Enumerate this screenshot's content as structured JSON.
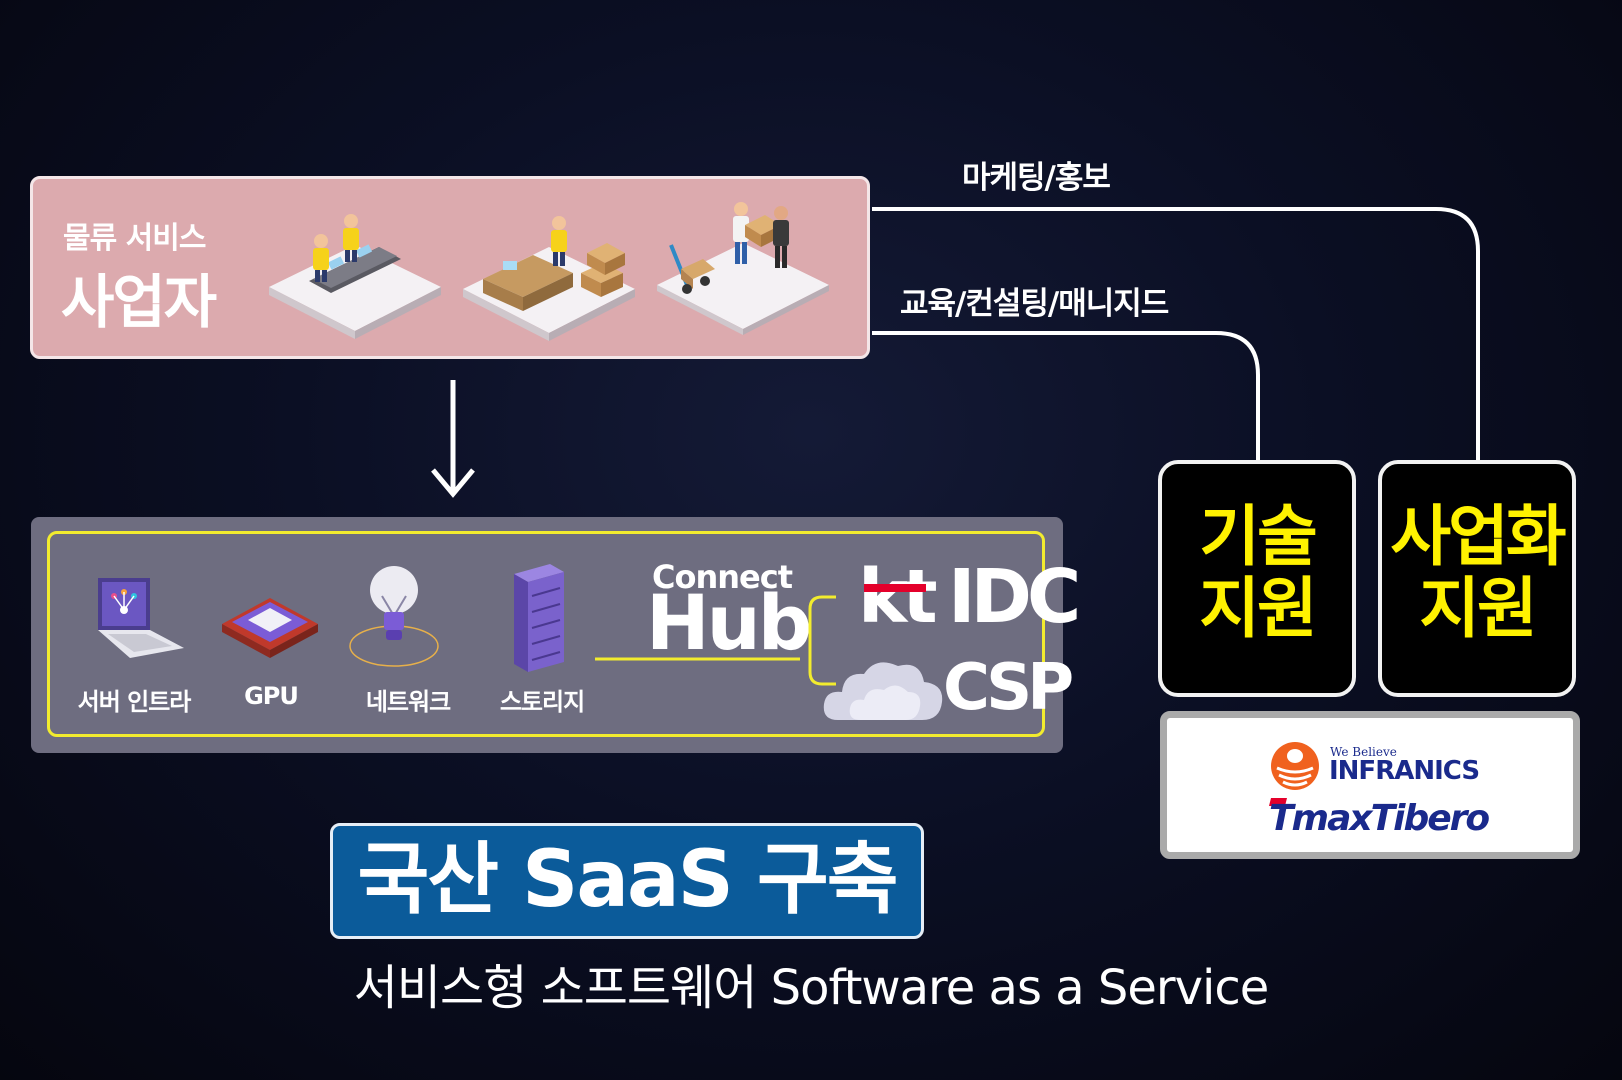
{
  "logistics": {
    "line1": "물류 서비스",
    "line2": "사업자"
  },
  "edges": {
    "marketing": "마케팅/홍보",
    "education": "교육/컨설팅/매니지드"
  },
  "infra": {
    "items": [
      {
        "label": "서버 인트라",
        "icon": "laptop-icon"
      },
      {
        "label": "GPU",
        "icon": "gpu-chip-icon"
      },
      {
        "label": "네트워크",
        "icon": "lightbulb-icon"
      },
      {
        "label": "스토리지",
        "icon": "server-rack-icon"
      }
    ],
    "connect": "Connect",
    "hub": "Hub",
    "kt": "kt",
    "idc": "IDC",
    "csp": "CSP"
  },
  "support": {
    "tech_line1": "기술",
    "tech_line2": "지원",
    "biz_line1": "사업화",
    "biz_line2": "지원"
  },
  "partners": {
    "infranics_tagline": "We Believe",
    "infranics": "INFRANICS",
    "tmax": "TmaxTibero"
  },
  "saas": {
    "title": "국산 SaaS 구축",
    "subtitle": "서비스형 소프트웨어 Software as a Service"
  },
  "colors": {
    "logistics_box": "#dcaaae",
    "infra_panel": "#6e6d80",
    "infra_border": "#f2ec2e",
    "support_text": "#fff200",
    "saas_badge": "#0b5b9a",
    "partner_text": "#1a2a8c",
    "infranics_orange": "#f0611e",
    "tmax_red": "#e4002b"
  }
}
